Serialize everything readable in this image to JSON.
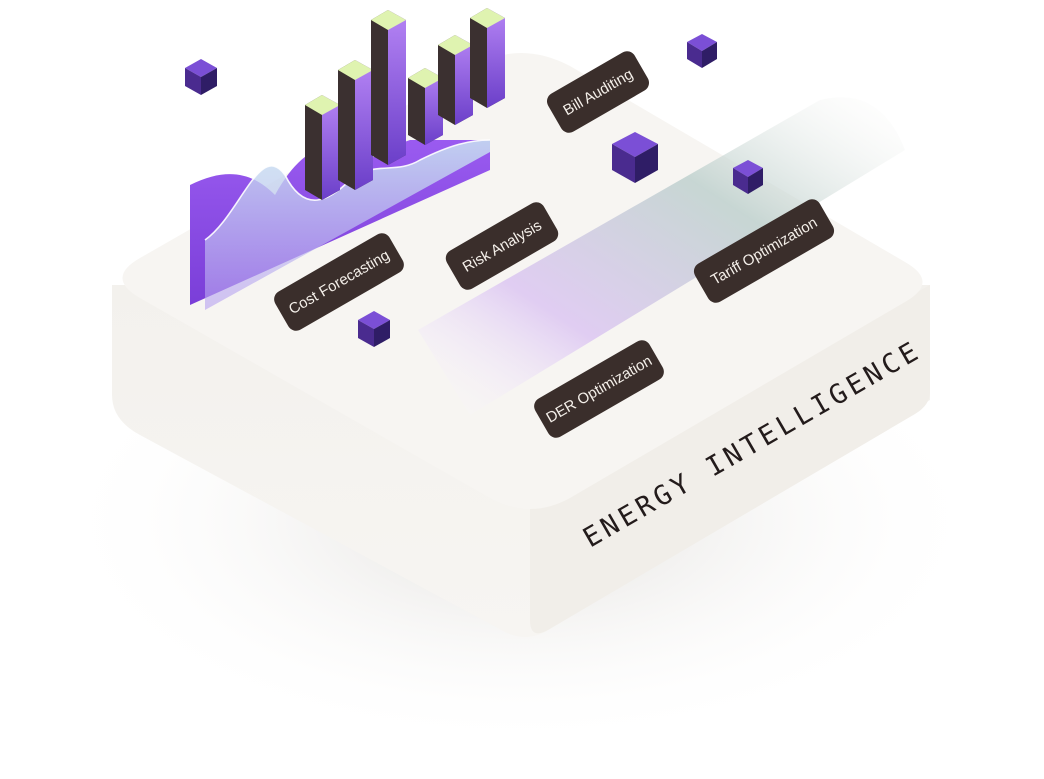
{
  "platform": {
    "title": "ENERGY INTELLIGENCE"
  },
  "labels": {
    "bill_auditing": "Bill Auditing",
    "cost_forecasting": "Cost Forecasting",
    "risk_analysis": "Risk Analysis",
    "tariff_optimization": "Tariff Optimization",
    "der_optimization": "DER Optimization"
  },
  "colors": {
    "platform_top": "#f7f5f2",
    "platform_side": "#f2efea",
    "label_bg": "#3a2e2b",
    "label_text": "#f4efe9",
    "accent_purple": "#8f4ce6",
    "cube_purple": "#4a2b8f",
    "bar_dark": "#3b3030",
    "bar_top_glow": "#dff3b0"
  },
  "icons": [
    "cube-icon",
    "bar-chart-icon",
    "wave-area-icon"
  ]
}
